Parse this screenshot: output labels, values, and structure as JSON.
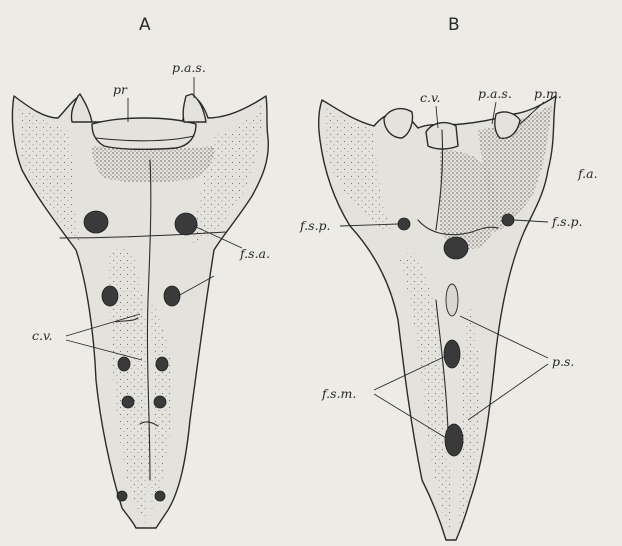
{
  "panels": {
    "a": {
      "letter": "A",
      "labels": {
        "pr": "pr",
        "pas": "p.a.s.",
        "fsa": "f.s.a.",
        "cv": "c.v."
      }
    },
    "b": {
      "letter": "B",
      "labels": {
        "cv": "c.v.",
        "pas": "p.a.s.",
        "pm": "p.m.",
        "fa": "f.a.",
        "fsp_left": "f.s.p.",
        "fsp_right": "f.s.p.",
        "ps": "p.s.",
        "fsm": "f.s.m."
      }
    }
  }
}
